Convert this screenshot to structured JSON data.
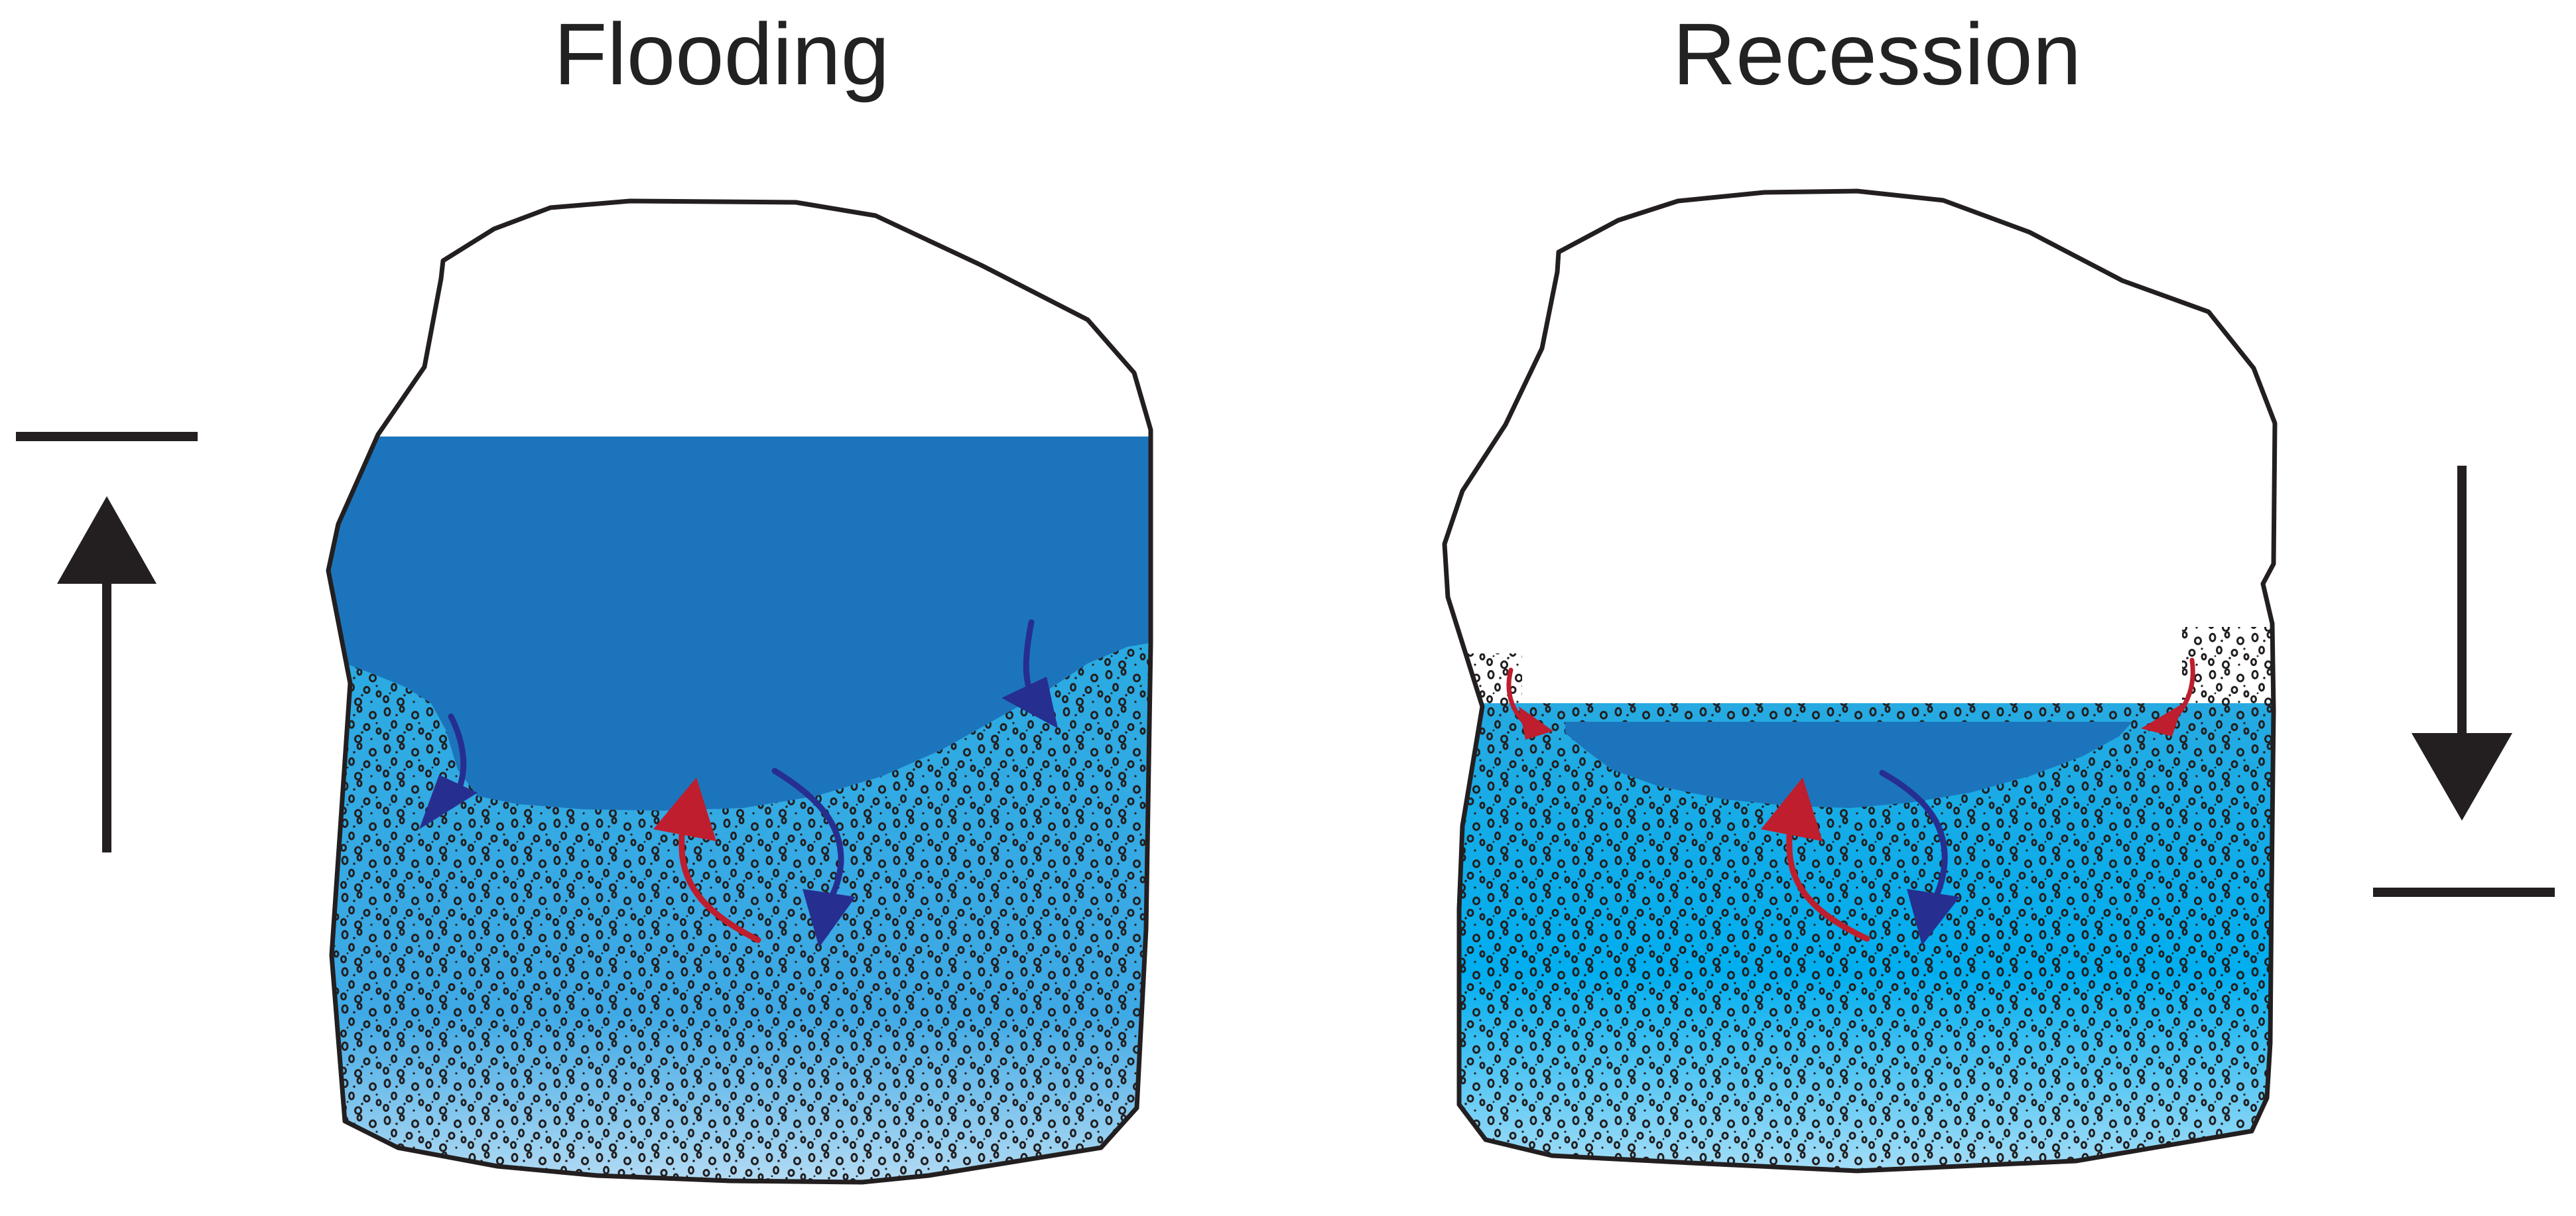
{
  "panels": [
    {
      "id": "flooding",
      "title": "Flooding",
      "water_level": "high",
      "direction": "rising"
    },
    {
      "id": "recession",
      "title": "Recession",
      "water_level": "low",
      "direction": "falling"
    }
  ],
  "legend": {
    "red_arrow": "upward-exchange-flow",
    "blue_arrow": "downward-exchange-flow"
  },
  "colors": {
    "surface_water": "#1c75bc",
    "sediment_top": "#27aae1",
    "sediment_mid": "#00aeef",
    "sediment_bottom": "#bcdff5",
    "upwelling_arrow": "#be1e2d",
    "downwelling_arrow": "#262f8f",
    "outline": "#231f20"
  },
  "icons": {
    "rising_level": "up-arrow-with-bar-icon",
    "falling_level": "down-arrow-with-bar-icon"
  }
}
